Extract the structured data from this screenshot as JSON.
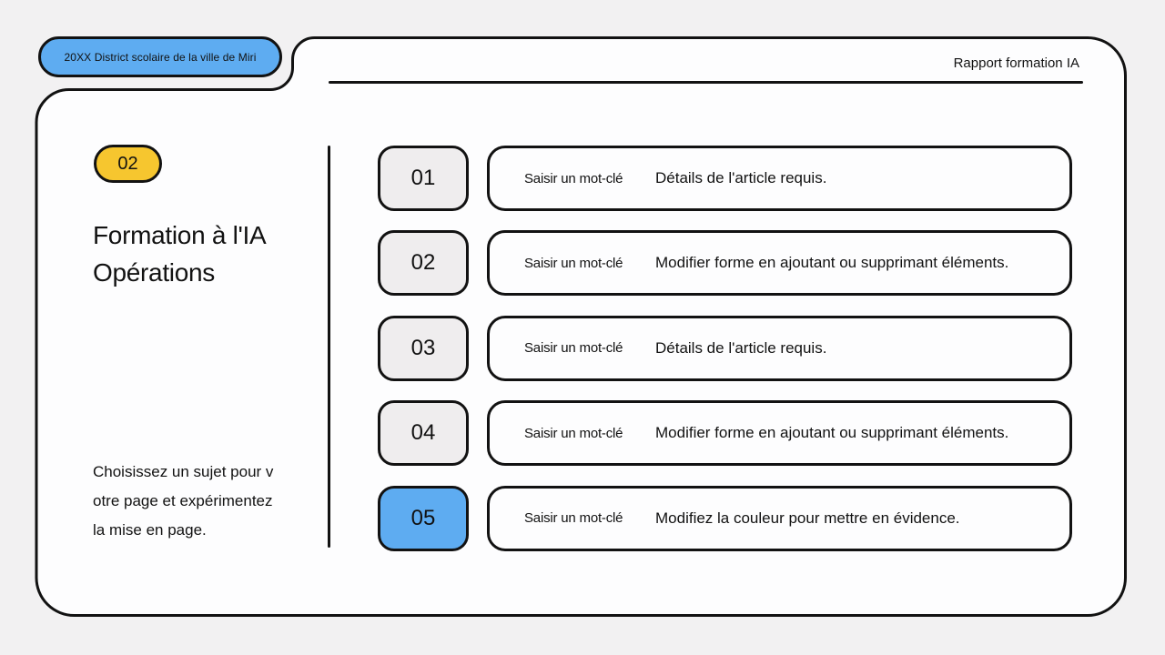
{
  "slide": {
    "badge_label": "20XX District scolaire de la ville de Miri",
    "header_label": "Rapport formation IA"
  },
  "left_panel": {
    "chapter_badge": "02",
    "title": "Formation à l'IA\nOpérations",
    "note": "Choisissez un sujet pour v\notre page et expérimentez\nla mise en page."
  },
  "steps": [
    {
      "number": "01",
      "keyword_label": "Saisir un mot-clé",
      "text": "Détails de l'article requis.",
      "highlighted": false
    },
    {
      "number": "02",
      "keyword_label": "Saisir un mot-clé",
      "text": "Modifier forme en ajoutant ou supprimant éléments.",
      "highlighted": false
    },
    {
      "number": "03",
      "keyword_label": "Saisir un mot-clé",
      "text": "Détails de l'article requis.",
      "highlighted": false
    },
    {
      "number": "04",
      "keyword_label": "Saisir un mot-clé",
      "text": "Modifier forme en ajoutant ou supprimant éléments.",
      "highlighted": false
    },
    {
      "number": "05",
      "keyword_label": "Saisir un mot-clé",
      "text": "Modifiez la couleur pour mettre en évidence.",
      "highlighted": true
    }
  ],
  "colors": {
    "accent_blue": "#5EACF1",
    "accent_yellow": "#F6C62F",
    "neutral_chip": "#EFEDEE",
    "ink": "#121212",
    "panel": "#FDFDFE",
    "background": "#F2F1F2"
  }
}
